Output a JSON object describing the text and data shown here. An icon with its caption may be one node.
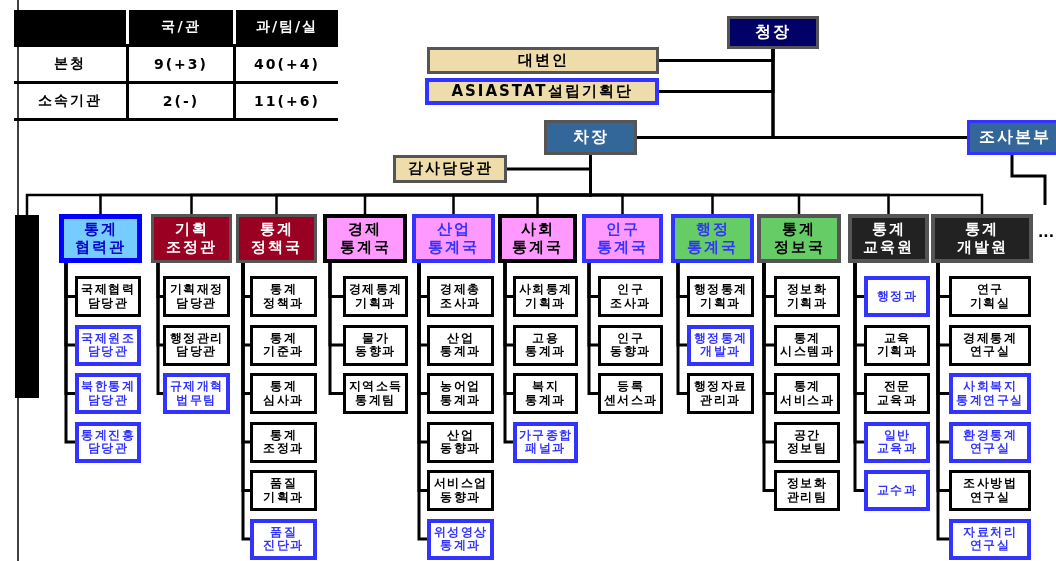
{
  "diagram": {
    "nodes": [
      {
        "text": [
          "청장"
        ]
      },
      {
        "text": [
          "대변인"
        ]
      },
      {
        "text": [
          "ASIASTAT설립기획단"
        ]
      },
      {
        "text": [
          "차장"
        ]
      },
      {
        "text": [
          "조사본부"
        ]
      },
      {
        "text": [
          "감사담당관"
        ]
      },
      {
        "text": [],
        "shape": "bar"
      },
      {
        "text": [
          "통계 협력관"
        ]
      },
      {
        "text": [
          "국제협력 담당관"
        ]
      },
      {
        "text": [
          "국제원조 담당관"
        ]
      },
      {
        "text": [
          "북한통계 담당관"
        ]
      },
      {
        "text": [
          "통계진흥 담당관"
        ]
      },
      {
        "text": [
          "기획 조정관"
        ]
      },
      {
        "text": [
          "기획재정 담당관"
        ]
      },
      {
        "text": [
          "행정관리 담당관"
        ]
      },
      {
        "text": [
          "규제개혁 법무팀"
        ]
      },
      {
        "text": [
          "통계 정책국"
        ]
      },
      {
        "text": [
          "통계 정책과"
        ]
      },
      {
        "text": [
          "통계 기준과"
        ]
      },
      {
        "text": [
          "통계 심사과"
        ]
      },
      {
        "text": [
          "통계 조정과"
        ]
      },
      {
        "text": [
          "품질 기획과"
        ]
      },
      {
        "text": [
          "품질 진단과"
        ]
      },
      {
        "text": [
          "경제 통계국"
        ]
      },
      {
        "text": [
          "경제통계 기획과"
        ]
      },
      {
        "text": [
          "물가 동향과"
        ]
      },
      {
        "text": [
          "지역소득 통계팀"
        ]
      },
      {
        "text": [
          "산업 통계국"
        ]
      },
      {
        "text": [
          "경제총 조사과"
        ]
      },
      {
        "text": [
          "산업 통계과"
        ]
      },
      {
        "text": [
          "농어업 통계과"
        ]
      },
      {
        "text": [
          "산업 동향과"
        ]
      },
      {
        "text": [
          "서비스업 동향과"
        ]
      },
      {
        "text": [
          "위성영상 통계과"
        ]
      },
      {
        "text": [
          "사회 통계국"
        ]
      },
      {
        "text": [
          "사회통계 기획과"
        ]
      },
      {
        "text": [
          "고용 통계과"
        ]
      },
      {
        "text": [
          "복지 통계과"
        ]
      },
      {
        "text": [
          "가구종합 패널과"
        ]
      },
      {
        "text": [
          "인구 통계국"
        ]
      },
      {
        "text": [
          "인구 조사과"
        ]
      },
      {
        "text": [
          "인구 동향과"
        ]
      },
      {
        "text": [
          "등록 센서스과"
        ]
      },
      {
        "text": [
          "행정 통계국"
        ]
      },
      {
        "text": [
          "행정통계 기획과"
        ]
      },
      {
        "text": [
          "행정통계 개발과"
        ]
      },
      {
        "text": [
          "행정자료 관리과"
        ]
      },
      {
        "text": [
          "통계 정보국"
        ]
      },
      {
        "text": [
          "정보화 기획과"
        ]
      },
      {
        "text": [
          "통계 시스템과"
        ]
      },
      {
        "text": [
          "통계 서비스과"
        ]
      },
      {
        "text": [
          "공간 정보팀"
        ]
      },
      {
        "text": [
          "정보화 관리팀"
        ]
      },
      {
        "text": [
          "통계 교육원"
        ]
      },
      {
        "text": [
          "행정과"
        ]
      },
      {
        "text": [
          "교육 기획과"
        ]
      },
      {
        "text": [
          "전문 교육과"
        ]
      },
      {
        "text": [
          "일반 교육과"
        ]
      },
      {
        "text": [
          "교수과"
        ]
      },
      {
        "text": [
          "통계 개발원"
        ]
      },
      {
        "text": [
          "연구 기획실"
        ]
      },
      {
        "text": [
          "경제통계 연구실"
        ]
      },
      {
        "text": [
          "사회복지 통계연구실"
        ]
      },
      {
        "text": [
          "환경통계 연구실"
        ]
      },
      {
        "text": [
          "조사방법 연구실"
        ]
      },
      {
        "text": [
          "자료처리 연구실"
        ]
      }
    ],
    "edges": [
      {
        "from": 0,
        "to": 1,
        "arrow": "none"
      },
      {
        "from": 0,
        "to": 2,
        "arrow": "none"
      },
      {
        "from": 0,
        "to": 3,
        "arrow": "none"
      },
      {
        "from": 0,
        "to": 4,
        "arrow": "none"
      },
      {
        "from": 3,
        "to": 5,
        "arrow": "none"
      },
      {
        "from": 4,
        "to": null,
        "arrow": "none"
      },
      {
        "from": 3,
        "to": 6,
        "arrow": "none"
      },
      {
        "from": 3,
        "to": 7,
        "arrow": "none"
      },
      {
        "from": 3,
        "to": 12,
        "arrow": "none"
      },
      {
        "from": 3,
        "to": 16,
        "arrow": "none"
      },
      {
        "from": 3,
        "to": 23,
        "arrow": "none"
      },
      {
        "from": 3,
        "to": 27,
        "arrow": "none"
      },
      {
        "from": 3,
        "to": 34,
        "arrow": "none"
      },
      {
        "from": 3,
        "to": 39,
        "arrow": "none"
      },
      {
        "from": 3,
        "to": 43,
        "arrow": "none"
      },
      {
        "from": 3,
        "to": 47,
        "arrow": "none"
      },
      {
        "from": 3,
        "to": 53,
        "arrow": "none"
      },
      {
        "from": 3,
        "to": 59,
        "arrow": "none"
      },
      {
        "from": 7,
        "to": 8,
        "arrow": "none"
      },
      {
        "from": 7,
        "to": 9,
        "arrow": "none"
      },
      {
        "from": 7,
        "to": 10,
        "arrow": "none"
      },
      {
        "from": 7,
        "to": 11,
        "arrow": "none"
      },
      {
        "from": 12,
        "to": 13,
        "arrow": "none"
      },
      {
        "from": 12,
        "to": 14,
        "arrow": "none"
      },
      {
        "from": 12,
        "to": 15,
        "arrow": "none"
      },
      {
        "from": 16,
        "to": 17,
        "arrow": "none"
      },
      {
        "from": 16,
        "to": 18,
        "arrow": "none"
      },
      {
        "from": 16,
        "to": 19,
        "arrow": "none"
      },
      {
        "from": 16,
        "to": 20,
        "arrow": "none"
      },
      {
        "from": 16,
        "to": 21,
        "arrow": "none"
      },
      {
        "from": 16,
        "to": 22,
        "arrow": "none"
      },
      {
        "from": 23,
        "to": 24,
        "arrow": "none"
      },
      {
        "from": 23,
        "to": 25,
        "arrow": "none"
      },
      {
        "from": 23,
        "to": 26,
        "arrow": "none"
      },
      {
        "from": 27,
        "to": 28,
        "arrow": "none"
      },
      {
        "from": 27,
        "to": 29,
        "arrow": "none"
      },
      {
        "from": 27,
        "to": 30,
        "arrow": "none"
      },
      {
        "from": 27,
        "to": 31,
        "arrow": "none"
      },
      {
        "from": 27,
        "to": 32,
        "arrow": "none"
      },
      {
        "from": 27,
        "to": 33,
        "arrow": "none"
      },
      {
        "from": 34,
        "to": 35,
        "arrow": "none"
      },
      {
        "from": 34,
        "to": 36,
        "arrow": "none"
      },
      {
        "from": 34,
        "to": 37,
        "arrow": "none"
      },
      {
        "from": 34,
        "to": 38,
        "arrow": "none"
      },
      {
        "from": 39,
        "to": 40,
        "arrow": "none"
      },
      {
        "from": 39,
        "to": 41,
        "arrow": "none"
      },
      {
        "from": 39,
        "to": 42,
        "arrow": "none"
      },
      {
        "from": 43,
        "to": 44,
        "arrow": "none"
      },
      {
        "from": 43,
        "to": 45,
        "arrow": "none"
      },
      {
        "from": 43,
        "to": 46,
        "arrow": "none"
      },
      {
        "from": 47,
        "to": 48,
        "arrow": "none"
      },
      {
        "from": 47,
        "to": 49,
        "arrow": "none"
      },
      {
        "from": 47,
        "to": 50,
        "arrow": "none"
      },
      {
        "from": 47,
        "to": 51,
        "arrow": "none"
      },
      {
        "from": 47,
        "to": 52,
        "arrow": "none"
      },
      {
        "from": 53,
        "to": 54,
        "arrow": "none"
      },
      {
        "from": 53,
        "to": 55,
        "arrow": "none"
      },
      {
        "from": 53,
        "to": 56,
        "arrow": "none"
      },
      {
        "from": 53,
        "to": 57,
        "arrow": "none"
      },
      {
        "from": 53,
        "to": 58,
        "arrow": "none"
      },
      {
        "from": 59,
        "to": 60,
        "arrow": "none"
      },
      {
        "from": 59,
        "to": 61,
        "arrow": "none"
      },
      {
        "from": 59,
        "to": 62,
        "arrow": "none"
      },
      {
        "from": 59,
        "to": 63,
        "arrow": "none"
      },
      {
        "from": 59,
        "to": 64,
        "arrow": "none"
      },
      {
        "from": 59,
        "to": 65,
        "arrow": "none"
      }
    ],
    "labels": [
      "국/관",
      "과/팀/실",
      "본청",
      "9(+3)",
      "40(+4)",
      "소속기관",
      "2(-)",
      "11(+6)",
      "..."
    ]
  }
}
